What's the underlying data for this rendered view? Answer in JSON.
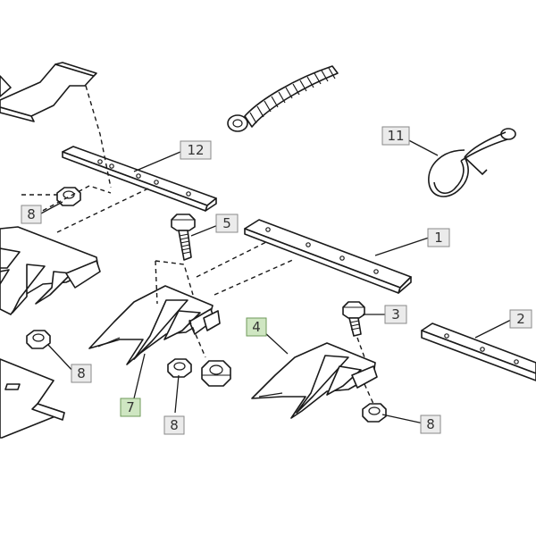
{
  "diagram": {
    "callouts": [
      {
        "id": "c1",
        "label": "1",
        "highlight": false
      },
      {
        "id": "c2",
        "label": "2",
        "highlight": false
      },
      {
        "id": "c3",
        "label": "3",
        "highlight": false
      },
      {
        "id": "c4",
        "label": "4",
        "highlight": true
      },
      {
        "id": "c5",
        "label": "5",
        "highlight": false
      },
      {
        "id": "c7",
        "label": "7",
        "highlight": true
      },
      {
        "id": "c8a",
        "label": "8",
        "highlight": false
      },
      {
        "id": "c8b",
        "label": "8",
        "highlight": false
      },
      {
        "id": "c8c",
        "label": "8",
        "highlight": false
      },
      {
        "id": "c8d",
        "label": "8",
        "highlight": false
      },
      {
        "id": "c11",
        "label": "11",
        "highlight": false
      },
      {
        "id": "c12",
        "label": "12",
        "highlight": false
      }
    ],
    "colors": {
      "line": "#1a1a1a",
      "callout_fill": "#ebebeb",
      "callout_highlight": "#cfe6c2"
    }
  }
}
